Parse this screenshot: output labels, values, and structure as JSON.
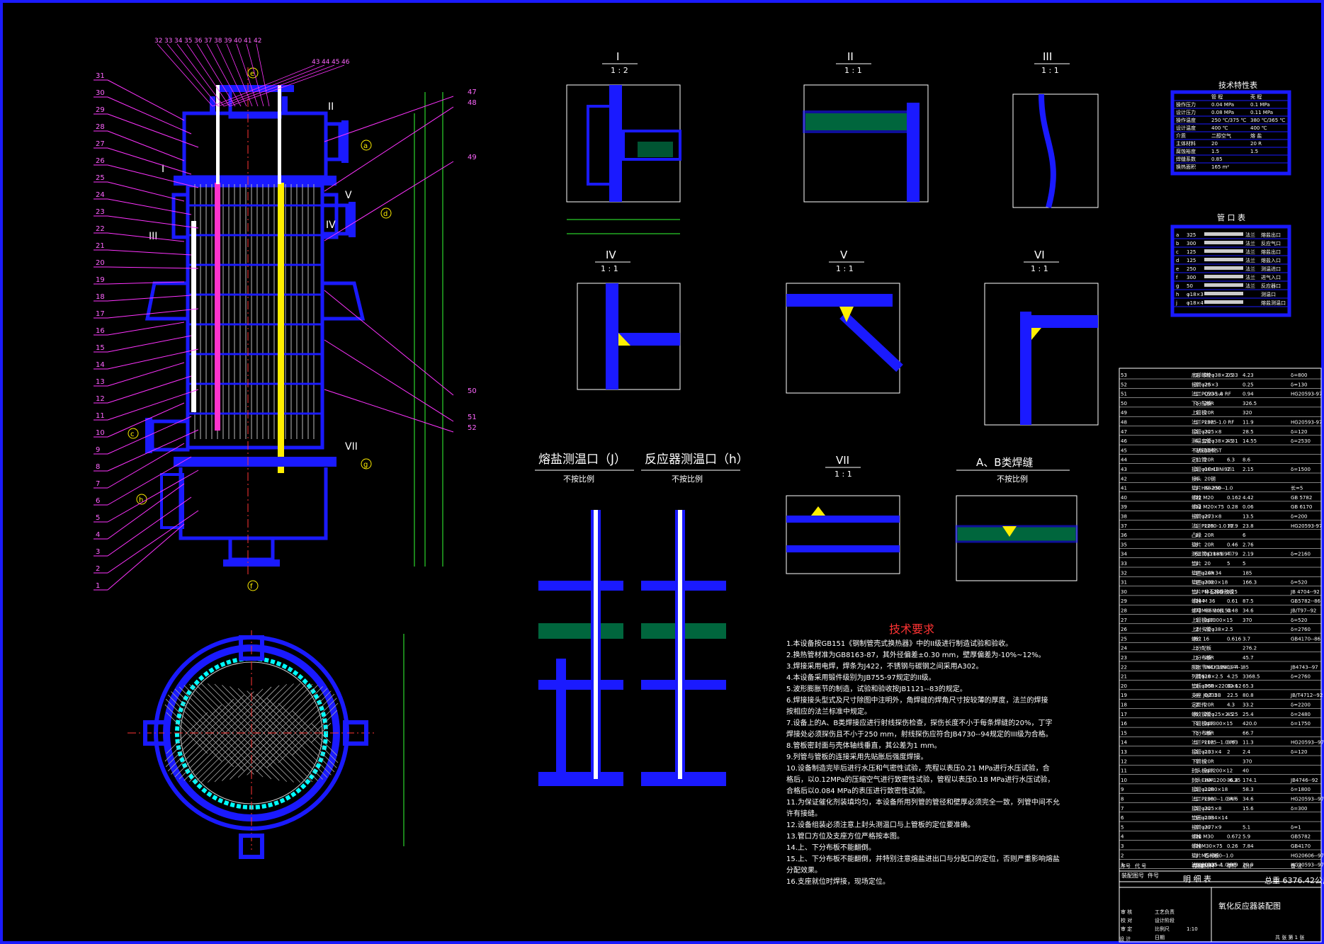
{
  "colors": {
    "background": "#000000",
    "frame": "#1a1aff",
    "steel": "#1a1aff",
    "hatch": "#00cc88",
    "dim": "#33ff33",
    "leader": "#ff33ff",
    "text": "#ffffff",
    "heading": "#ff3333",
    "tube_hot": "#ff33cc",
    "tube_thermo": "#ffee00",
    "weld": "#ffee00"
  },
  "detail_views": [
    {
      "id": "I",
      "scale": "1 : 2"
    },
    {
      "id": "II",
      "scale": "1 : 1"
    },
    {
      "id": "III",
      "scale": "1 : 1"
    },
    {
      "id": "IV",
      "scale": "1 : 1"
    },
    {
      "id": "V",
      "scale": "1 : 1"
    },
    {
      "id": "VI",
      "scale": "1 : 1"
    },
    {
      "id": "VII",
      "scale": "1 : 1"
    }
  ],
  "section_views": [
    {
      "title": "熔盐测温口（J）",
      "note": "不按比例"
    },
    {
      "title": "反应器测温口（h）",
      "note": "不按比例"
    },
    {
      "title": "A、B类焊缝",
      "note": "不按比例"
    }
  ],
  "nozzle_tags": [
    "e",
    "a",
    "d",
    "c",
    "h",
    "g",
    "f"
  ],
  "part_callouts_left": [
    "31",
    "30",
    "29",
    "28",
    "27",
    "26",
    "25",
    "24",
    "23",
    "22",
    "21",
    "20",
    "19",
    "18",
    "17",
    "16",
    "15",
    "14",
    "13",
    "12",
    "11",
    "10",
    "9",
    "8",
    "7",
    "6",
    "5",
    "4",
    "3",
    "2",
    "1"
  ],
  "part_callouts_top": [
    "32",
    "33",
    "34",
    "35",
    "36",
    "37",
    "38",
    "39",
    "40",
    "41",
    "42",
    "43",
    "44",
    "45",
    "46"
  ],
  "part_callouts_right": [
    "47",
    "48",
    "49",
    "50",
    "51",
    "52"
  ],
  "technical_requirements": {
    "title": "技术要求",
    "items": [
      "1.本设备按GB151《钢制管壳式换热器》中的II级进行制造试验和验收。",
      "2.换热管材准为GB8163-87，其外径偏差±0.30 mm，壁厚偏差为-10%~12%。",
      "3.焊接采用电焊，焊条为J422，不锈钢与碳钢之间采用A302。",
      "4.本设备采用锻件级别为JB755-97规定的II级。",
      "5.波形膨胀节的制造，试验和验收按JB1121--83的规定。",
      "6.焊接接头型式及尺寸除图中注明外，角焊缝的焊角尺寸按较薄的厚度，法兰的焊接",
      "   按相应的法兰标准中规定。",
      "7.设备上的A、B类焊接应进行射线探伤检查，探伤长度不小于每条焊缝的20%，丁字",
      "   焊接处必须探伤且不小于250 mm，射线探伤应符合JB4730--94规定的III级为合格。",
      "8.管板密封面与壳体轴线垂直，其公差为1 mm。",
      "9.列管与管板的连接采用先贴胀后强度焊接。",
      "10.设备制造完毕后进行水压和气密性试验，壳程以表压0.21 MPa进行水压试验，合",
      "   格后，以0.12MPa的压缩空气进行致密性试验，管程以表压0.18 MPa进行水压试验，",
      "   合格后以0.084 MPa的表压进行致密性试验。",
      "11.为保证催化剂装填均匀，本设备所用列管的管径和壁厚必须完全一致，列管中间不允",
      "   许有接缝。",
      "12.设备组装必须注意上封头测温口与上管板的定位要准确。",
      "13.管口方位及支座方位严格按本图。",
      "14.上、下分布板不能翻倒。",
      "15.上、下分布板不能翻倒，并特别注意熔盐进出口与分配口的定位，否则严重影响熔盐",
      "   分配效果。",
      "16.支座就位时焊接，现场定位。"
    ]
  },
  "tech_char_table": {
    "title": "技术特性表",
    "headers": [
      "",
      "管  程",
      "壳  程"
    ],
    "rows": [
      [
        "操作压力",
        "0.04 MPa",
        "0.1 MPa"
      ],
      [
        "设计压力",
        "0.08 MPa",
        "0.11 MPa"
      ],
      [
        "操作温度",
        "250 ℃/375 ℃",
        "380 ℃/365 ℃"
      ],
      [
        "设计温度",
        "400 ℃",
        "400 ℃"
      ],
      [
        "介质",
        "二醇空气",
        "熔 盐"
      ],
      [
        "主体材料",
        "20",
        "20 R"
      ],
      [
        "腐蚀裕度",
        "1.5",
        "1.5"
      ],
      [
        "焊缝系数",
        "0.85",
        ""
      ],
      [
        "换热面积",
        "165 m²",
        ""
      ]
    ]
  },
  "nozzle_table": {
    "title": "管  口  表",
    "rows": [
      [
        "a",
        "325",
        "法兰",
        "熔盐出口"
      ],
      [
        "b",
        "300",
        "法兰",
        "反应气口"
      ],
      [
        "c",
        "125",
        "法兰",
        "熔盐出口"
      ],
      [
        "d",
        "125",
        "法兰",
        "熔盐入口"
      ],
      [
        "e",
        "250",
        "法兰",
        "测温进口"
      ],
      [
        "f",
        "300",
        "法兰",
        "进气入口"
      ],
      [
        "g",
        "50",
        "法兰",
        "反应器口"
      ],
      [
        "h",
        "φ18×3",
        "",
        "测温口"
      ],
      [
        "j",
        "φ18×4",
        "",
        "熔盐测温口"
      ]
    ]
  },
  "parts_list": {
    "headers": [
      "序号",
      "代 号",
      "名 称",
      "数量",
      "材料",
      "单件",
      "总计",
      "备 注"
    ],
    "rows": [
      [
        "53",
        "",
        "底部螺栓φ38×2.5",
        "1",
        "20",
        "0.33",
        "4.23",
        "δ=800"
      ],
      [
        "52",
        "",
        "接管φ25×3",
        "1",
        "20",
        "",
        "0.25",
        "δ=130"
      ],
      [
        "51",
        "",
        "法兰PL50-1.0 RF",
        "1",
        "Q235-A",
        "",
        "0.94",
        "HG20593-97"
      ],
      [
        "50",
        "",
        "下分配板",
        "1",
        "20R",
        "",
        "326.5",
        ""
      ],
      [
        "49",
        "",
        "上管板",
        "1",
        "20R",
        "",
        "320",
        ""
      ],
      [
        "48",
        "",
        "法兰PL325-1.0 RF",
        "1",
        "20R",
        "",
        "11.9",
        "HG20593-97"
      ],
      [
        "47",
        "",
        "接管φ325×8",
        "1",
        "20",
        "",
        "28.5",
        "δ=120"
      ],
      [
        "46",
        "",
        "测温套管φ38×2.5",
        "4",
        "20",
        "4.31",
        "14.55",
        "δ=2530"
      ],
      [
        "45",
        "",
        "不锈钢测管",
        "2/3",
        "304-ST",
        "",
        "",
        ""
      ],
      [
        "44",
        "",
        "定位管",
        "1",
        "20R",
        "6.3",
        "8.6",
        ""
      ],
      [
        "43",
        "",
        "接管φ18×1",
        "1",
        "0Cr18Ni9Ti",
        "2.1",
        "2.15",
        "δ=1500"
      ],
      [
        "42",
        "",
        "接头",
        "4",
        "20钢",
        "",
        "",
        ""
      ],
      [
        "41",
        "",
        "垫片HS--250--1.0",
        "1",
        "XB200",
        "",
        "",
        "长=5"
      ],
      [
        "40",
        "",
        "螺栓 M20",
        "12",
        "",
        "0.162",
        "4.42",
        "GB 5782"
      ],
      [
        "39",
        "",
        "螺母 M20×75",
        "12",
        "",
        "0.28",
        "0.06",
        "GB 6170"
      ],
      [
        "38",
        "",
        "接管φ273×8",
        "1",
        "20",
        "",
        "13.5",
        "δ=200"
      ],
      [
        "37",
        "",
        "法兰PL250-1.0 RF",
        "1",
        "20R",
        "11.9",
        "23.8",
        "HG20593-97"
      ],
      [
        "36",
        "",
        "凸缘",
        "1",
        "20R",
        "",
        "6",
        ""
      ],
      [
        "35",
        "",
        "垫片",
        "6",
        "20R",
        "0.46",
        "2.76",
        ""
      ],
      [
        "34",
        "",
        "测温管φ18×1",
        "6",
        "0Cr18Ni9Ti",
        "4.79",
        "2.19",
        "δ=2160"
      ],
      [
        "33",
        "",
        "垫片",
        "1",
        "20",
        "5",
        "5",
        ""
      ],
      [
        "32",
        "",
        "垫圈φ14×34",
        "1",
        "20R",
        "",
        "185",
        ""
      ],
      [
        "31",
        "",
        "垫圈φ3320×18",
        "1",
        "20R",
        "",
        "166.3",
        "δ=520"
      ],
      [
        "30",
        "",
        "垫片PM 1200--0.25",
        "2",
        "非石棉橡胶板",
        "",
        "",
        "JB 4704--92"
      ],
      [
        "29",
        "",
        "螺栓 M 36",
        "144",
        "",
        "0.61",
        "87.5",
        "GB5782--86"
      ],
      [
        "28",
        "",
        "螺母M36 20/150",
        "72",
        "40 MnB",
        "0.48",
        "34.6",
        "JB/T97--92"
      ],
      [
        "27",
        "",
        "上管板φ1300×15",
        "1",
        "20R",
        "",
        "370",
        "δ=520"
      ],
      [
        "26",
        "",
        "上封头管φ38×2.5",
        "2",
        "20",
        "",
        "",
        "δ=2760"
      ],
      [
        "25",
        "",
        "螺纹 16",
        "6",
        "",
        "0.616",
        "3.7",
        "GB4170--86"
      ],
      [
        "24",
        "",
        "上分配板",
        "1",
        "",
        "",
        "276.2",
        ""
      ],
      [
        "23",
        "",
        "上分布板",
        "1",
        "20R",
        "",
        "45.7",
        ""
      ],
      [
        "22",
        "",
        "膨胀节NIU(1200)--4-1",
        "1",
        "06Cr18Ni10Ti",
        "",
        "85",
        "JB4743--97"
      ],
      [
        "21",
        "",
        "列管φ18×2.5",
        "216",
        "20",
        "4.25",
        "3368.5",
        "δ=2760"
      ],
      [
        "20",
        "",
        "垫板φ950×2200×12",
        "1",
        "20R",
        "32.6",
        "65.3",
        ""
      ],
      [
        "19",
        "",
        "支座 JB/T 2",
        "4",
        "Q235B",
        "22.5",
        "80.8",
        "JB/T4712--92"
      ],
      [
        "18",
        "",
        "定距件",
        "2",
        "20R",
        "4.3",
        "33.2",
        "δ=2200"
      ],
      [
        "17",
        "",
        "螺纹钢管φ25×2.5",
        "6",
        "20",
        "4.25",
        "25.4",
        "δ=2480"
      ],
      [
        "16",
        "",
        "下管板φ1300×15",
        "1",
        "20R",
        "",
        "420.0",
        "δ=1750"
      ],
      [
        "15",
        "",
        "下分布板",
        "1",
        "20R",
        "",
        "66.7",
        ""
      ],
      [
        "14",
        "",
        "法兰PL125--1.0 RF",
        "1",
        "20R",
        "3.63",
        "11.3",
        "HG20593--97"
      ],
      [
        "13",
        "",
        "接管φ133×4",
        "1",
        "20",
        "2",
        "2.4",
        "δ=120"
      ],
      [
        "12",
        "",
        "下管板",
        "1",
        "20R",
        "",
        "370",
        ""
      ],
      [
        "11",
        "",
        "封头板φ1200×12",
        "1",
        "20R",
        "",
        "40",
        ""
      ],
      [
        "10",
        "",
        "封头EHA 1200--6.25",
        "1",
        "20R",
        "36.4",
        "174.1",
        "JB4746--92"
      ],
      [
        "9",
        "",
        "接管φ1200×18",
        "1",
        "20R",
        "",
        "58.3",
        "δ=1800"
      ],
      [
        "8",
        "",
        "法兰PL300--1.0 RF",
        "1",
        "20R",
        "34.6",
        "34.6",
        "HG20593--97"
      ],
      [
        "7",
        "",
        "接管φ325×8",
        "1",
        "20",
        "",
        "15.6",
        "δ=300"
      ],
      [
        "6",
        "",
        "垫圈φ1334×14",
        "1",
        "20R",
        "",
        "",
        ""
      ],
      [
        "5",
        "",
        "接管φ377×9",
        "1",
        "20",
        "",
        "5.1",
        "δ=1"
      ],
      [
        "4",
        "",
        "螺栓 M30",
        "16",
        "",
        "0.672",
        "5.9",
        "GB5782"
      ],
      [
        "3",
        "",
        "螺栓M30×75",
        "16",
        "",
        "0.26",
        "7.84",
        "GB4170"
      ],
      [
        "2",
        "",
        "垫片MS--300--1.0",
        "1",
        "石棉板",
        "",
        "",
        "HG20606--97"
      ],
      [
        "1",
        "",
        "法兰PL300--1.0 RF",
        "1",
        "Q235-A",
        "29.9",
        "29.9",
        "HG20593--97"
      ]
    ]
  },
  "title_block": {
    "list_label": "明  细  表",
    "total_weight": "总重 6376.42公斤",
    "drawing_name": "氧化反应器装配图",
    "scale": "1:10",
    "sheet": "共 张 第 1 张",
    "signatures": [
      "设 计",
      "审 核",
      "校 对",
      "审 定"
    ],
    "roles": [
      "工艺负责",
      "设计阶段",
      "比例尺",
      "日期"
    ],
    "ref_label": "装配图号",
    "ref_value": "件号"
  }
}
